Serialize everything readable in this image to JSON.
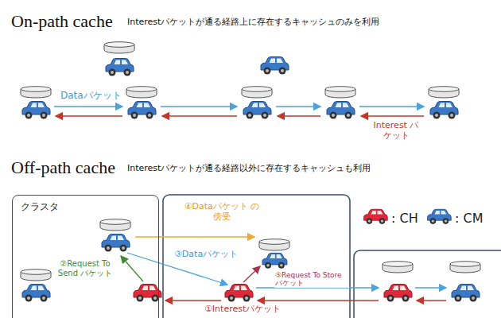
{
  "diagram": {
    "nodes": [
      {
        "text": [
          "クラスタ"
        ]
      }
    ],
    "labels": [
      "On-path cache",
      "Interestパケットが通る経路上に存在するキャッシュのみを利用",
      "Dataパケット",
      "Interest パケット",
      "Off-path cache",
      "Interestパケットが通る経路以外に存在するキャッシュも利用",
      "④Dataパケット の傍受",
      "②Request To Send パケット",
      "③Dataパケット",
      "⑤Request To Store パケット",
      "①Interestパケット"
    ],
    "legend": [
      {
        "text": ": CH"
      },
      {
        "text": ": CM"
      }
    ]
  }
}
